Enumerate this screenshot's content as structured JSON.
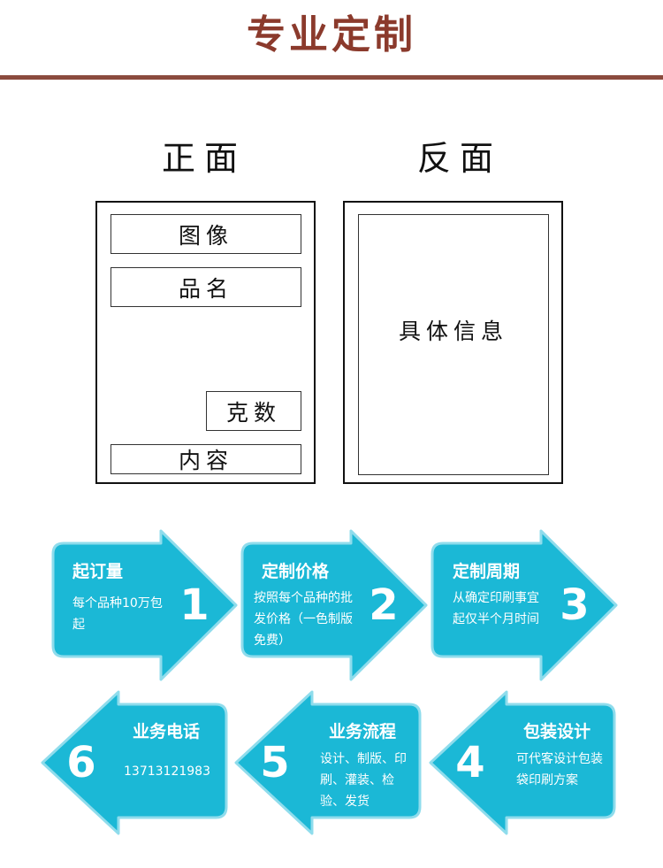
{
  "header": {
    "title": "专业定制"
  },
  "front": {
    "label": "正面",
    "image_box": "图像",
    "name_box": "品名",
    "weight_box": "克数",
    "content_box": "内容"
  },
  "back": {
    "label": "反面",
    "detail_box": "具体信息"
  },
  "steps": [
    {
      "number": "1",
      "title": "起订量",
      "text": "每个品种10万包起"
    },
    {
      "number": "2",
      "title": "定制价格",
      "text": "按照每个品种的批发价格（一色制版免费）"
    },
    {
      "number": "3",
      "title": "定制周期",
      "text": "从确定印刷事宜起仅半个月时间"
    },
    {
      "number": "4",
      "title": "包装设计",
      "text": "可代客设计包装袋印刷方案"
    },
    {
      "number": "5",
      "title": "业务流程",
      "text": "设计、制版、印刷、灌装、检验、发货"
    },
    {
      "number": "6",
      "title": "业务电话",
      "text": "13713121983"
    }
  ],
  "colors": {
    "title": "#8b3a2c",
    "rule": "#8b4b3e",
    "tile": "#1bb8d6",
    "tile_border": "#8fdcec"
  }
}
